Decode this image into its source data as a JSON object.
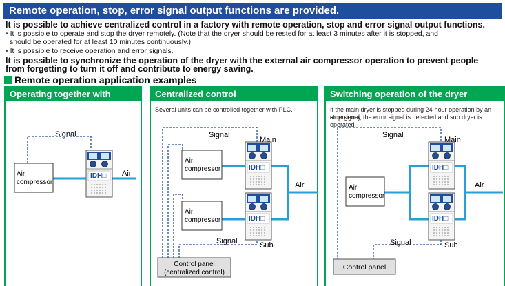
{
  "banner": "Remote operation, stop, error signal output functions are provided.",
  "lead1": "It is possible to achieve centralized control in a factory with remote operation, stop and error signal output functions.",
  "bullet1_line1": "It is possible to operate and stop the dryer remotely. (Note that the dryer should be rested for at least 3 minutes after it is stopped, and",
  "bullet1_line2": "should be operated for at least 10 minutes continuously.)",
  "bullet2": "It is possible to receive operation and error signals.",
  "lead2_line1": "It is possible to synchronize the operation of the dryer with the external air compressor operation to prevent people",
  "lead2_line2": "from forgetting to turn it off and contribute to energy saving.",
  "section_title": "Remote operation application examples",
  "panels": [
    {
      "title": "Operating together with compressor",
      "signal": "Signal",
      "compressor": "Air compressor",
      "air": "Air",
      "dryer_logo": "IDH"
    },
    {
      "title": "Centralized control",
      "desc": "Several units can be controlled together with PLC.",
      "signal_top": "Signal",
      "main": "Main",
      "compressor1": "Air compressor",
      "compressor2": "Air compressor",
      "air": "Air",
      "signal_bottom": "Signal",
      "sub": "Sub",
      "control_panel_line1": "Control panel",
      "control_panel_line2": "(centralized control)",
      "dryer_logo": "IDH"
    },
    {
      "title": "Switching operation of the dryer",
      "desc_line1": "If the main dryer is stopped during 24-hour operation by an emergency",
      "desc_line2": "stop signal, the error signal is detected and sub dryer is operated.",
      "signal_top": "Signal",
      "main": "Main",
      "compressor": "Air compressor",
      "air": "Air",
      "signal_bottom": "Signal",
      "sub": "Sub",
      "control_panel": "Control panel",
      "dryer_logo": "IDH"
    }
  ],
  "colors": {
    "banner": "#1f4e9c",
    "green": "#00a652",
    "pipe": "#2a9fd6",
    "signal": "#1f4e9c"
  }
}
